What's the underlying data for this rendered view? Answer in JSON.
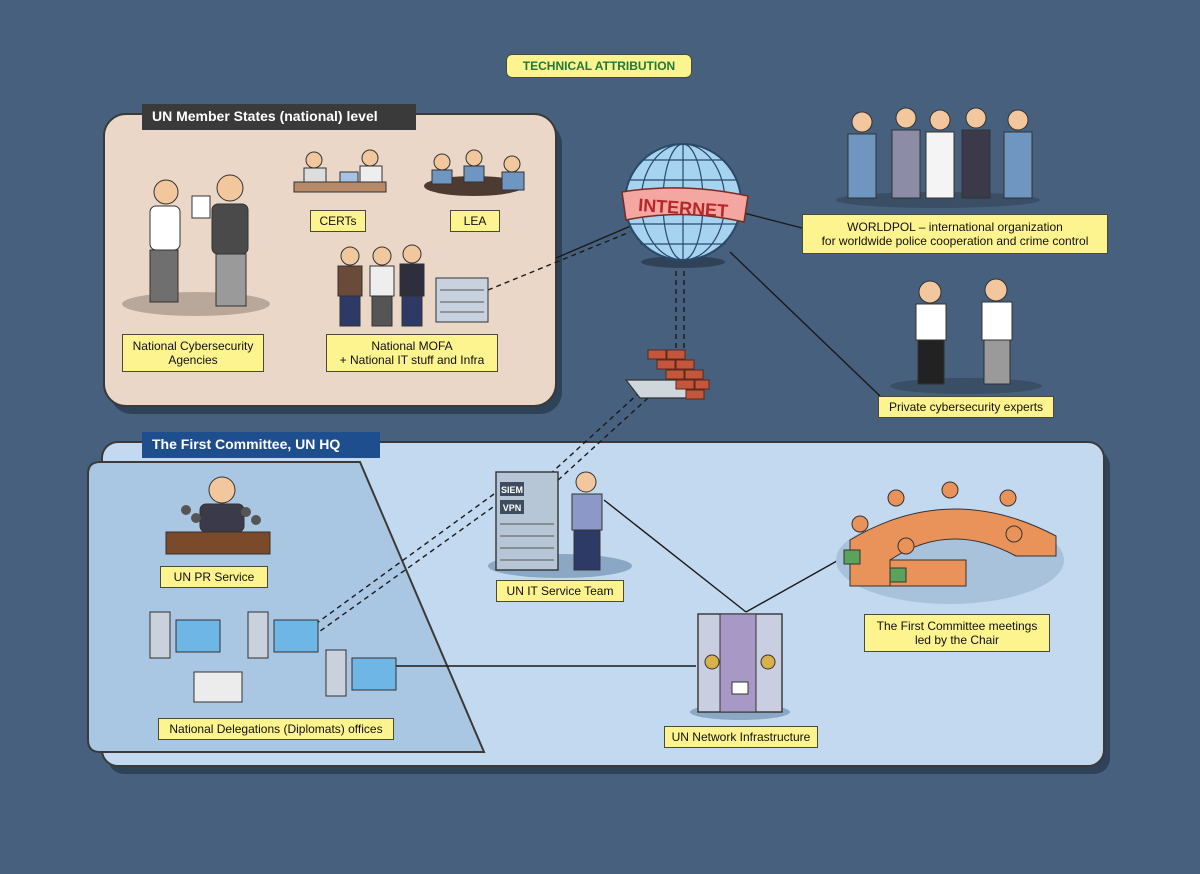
{
  "header": {
    "title": "TECHNICAL ATTRIBUTION"
  },
  "sections": {
    "national": {
      "title": "UN Member States (national) level"
    },
    "first_committee": {
      "title": "The First Committee, UN HQ"
    }
  },
  "nodes": {
    "internet": {
      "label": "INTERNET"
    },
    "cyber_agencies": {
      "line1": "National Cybersecurity",
      "line2": "Agencies"
    },
    "certs": {
      "label": "CERTs"
    },
    "lea": {
      "label": "LEA"
    },
    "mofa": {
      "line1": "National MOFA",
      "line2": "+ National IT stuff and Infra"
    },
    "worldpol": {
      "line1": "WORLDPOL – international organization",
      "line2": "for worldwide police cooperation and crime control"
    },
    "private": {
      "label": "Private cybersecurity experts"
    },
    "pr_service": {
      "label": "UN PR Service"
    },
    "it_team": {
      "label": "UN IT Service Team"
    },
    "delegations": {
      "label": "National Delegations (Diplomats) offices"
    },
    "network": {
      "label": "UN Network Infrastructure"
    },
    "meetings": {
      "line1": "The First Committee meetings",
      "line2": "led by the Chair"
    },
    "siem": {
      "label": "SIEM"
    },
    "vpn": {
      "label": "VPN"
    }
  },
  "colors": {
    "background": "#46607e",
    "national_panel": "#ead7c8",
    "committee_panel": "#c3d9ef",
    "label_fill": "#fdf38f",
    "section_tag_dark": "#3a3a3a",
    "section_tag_blue": "#1f4e8f",
    "technical_text": "#1d7a3a"
  }
}
